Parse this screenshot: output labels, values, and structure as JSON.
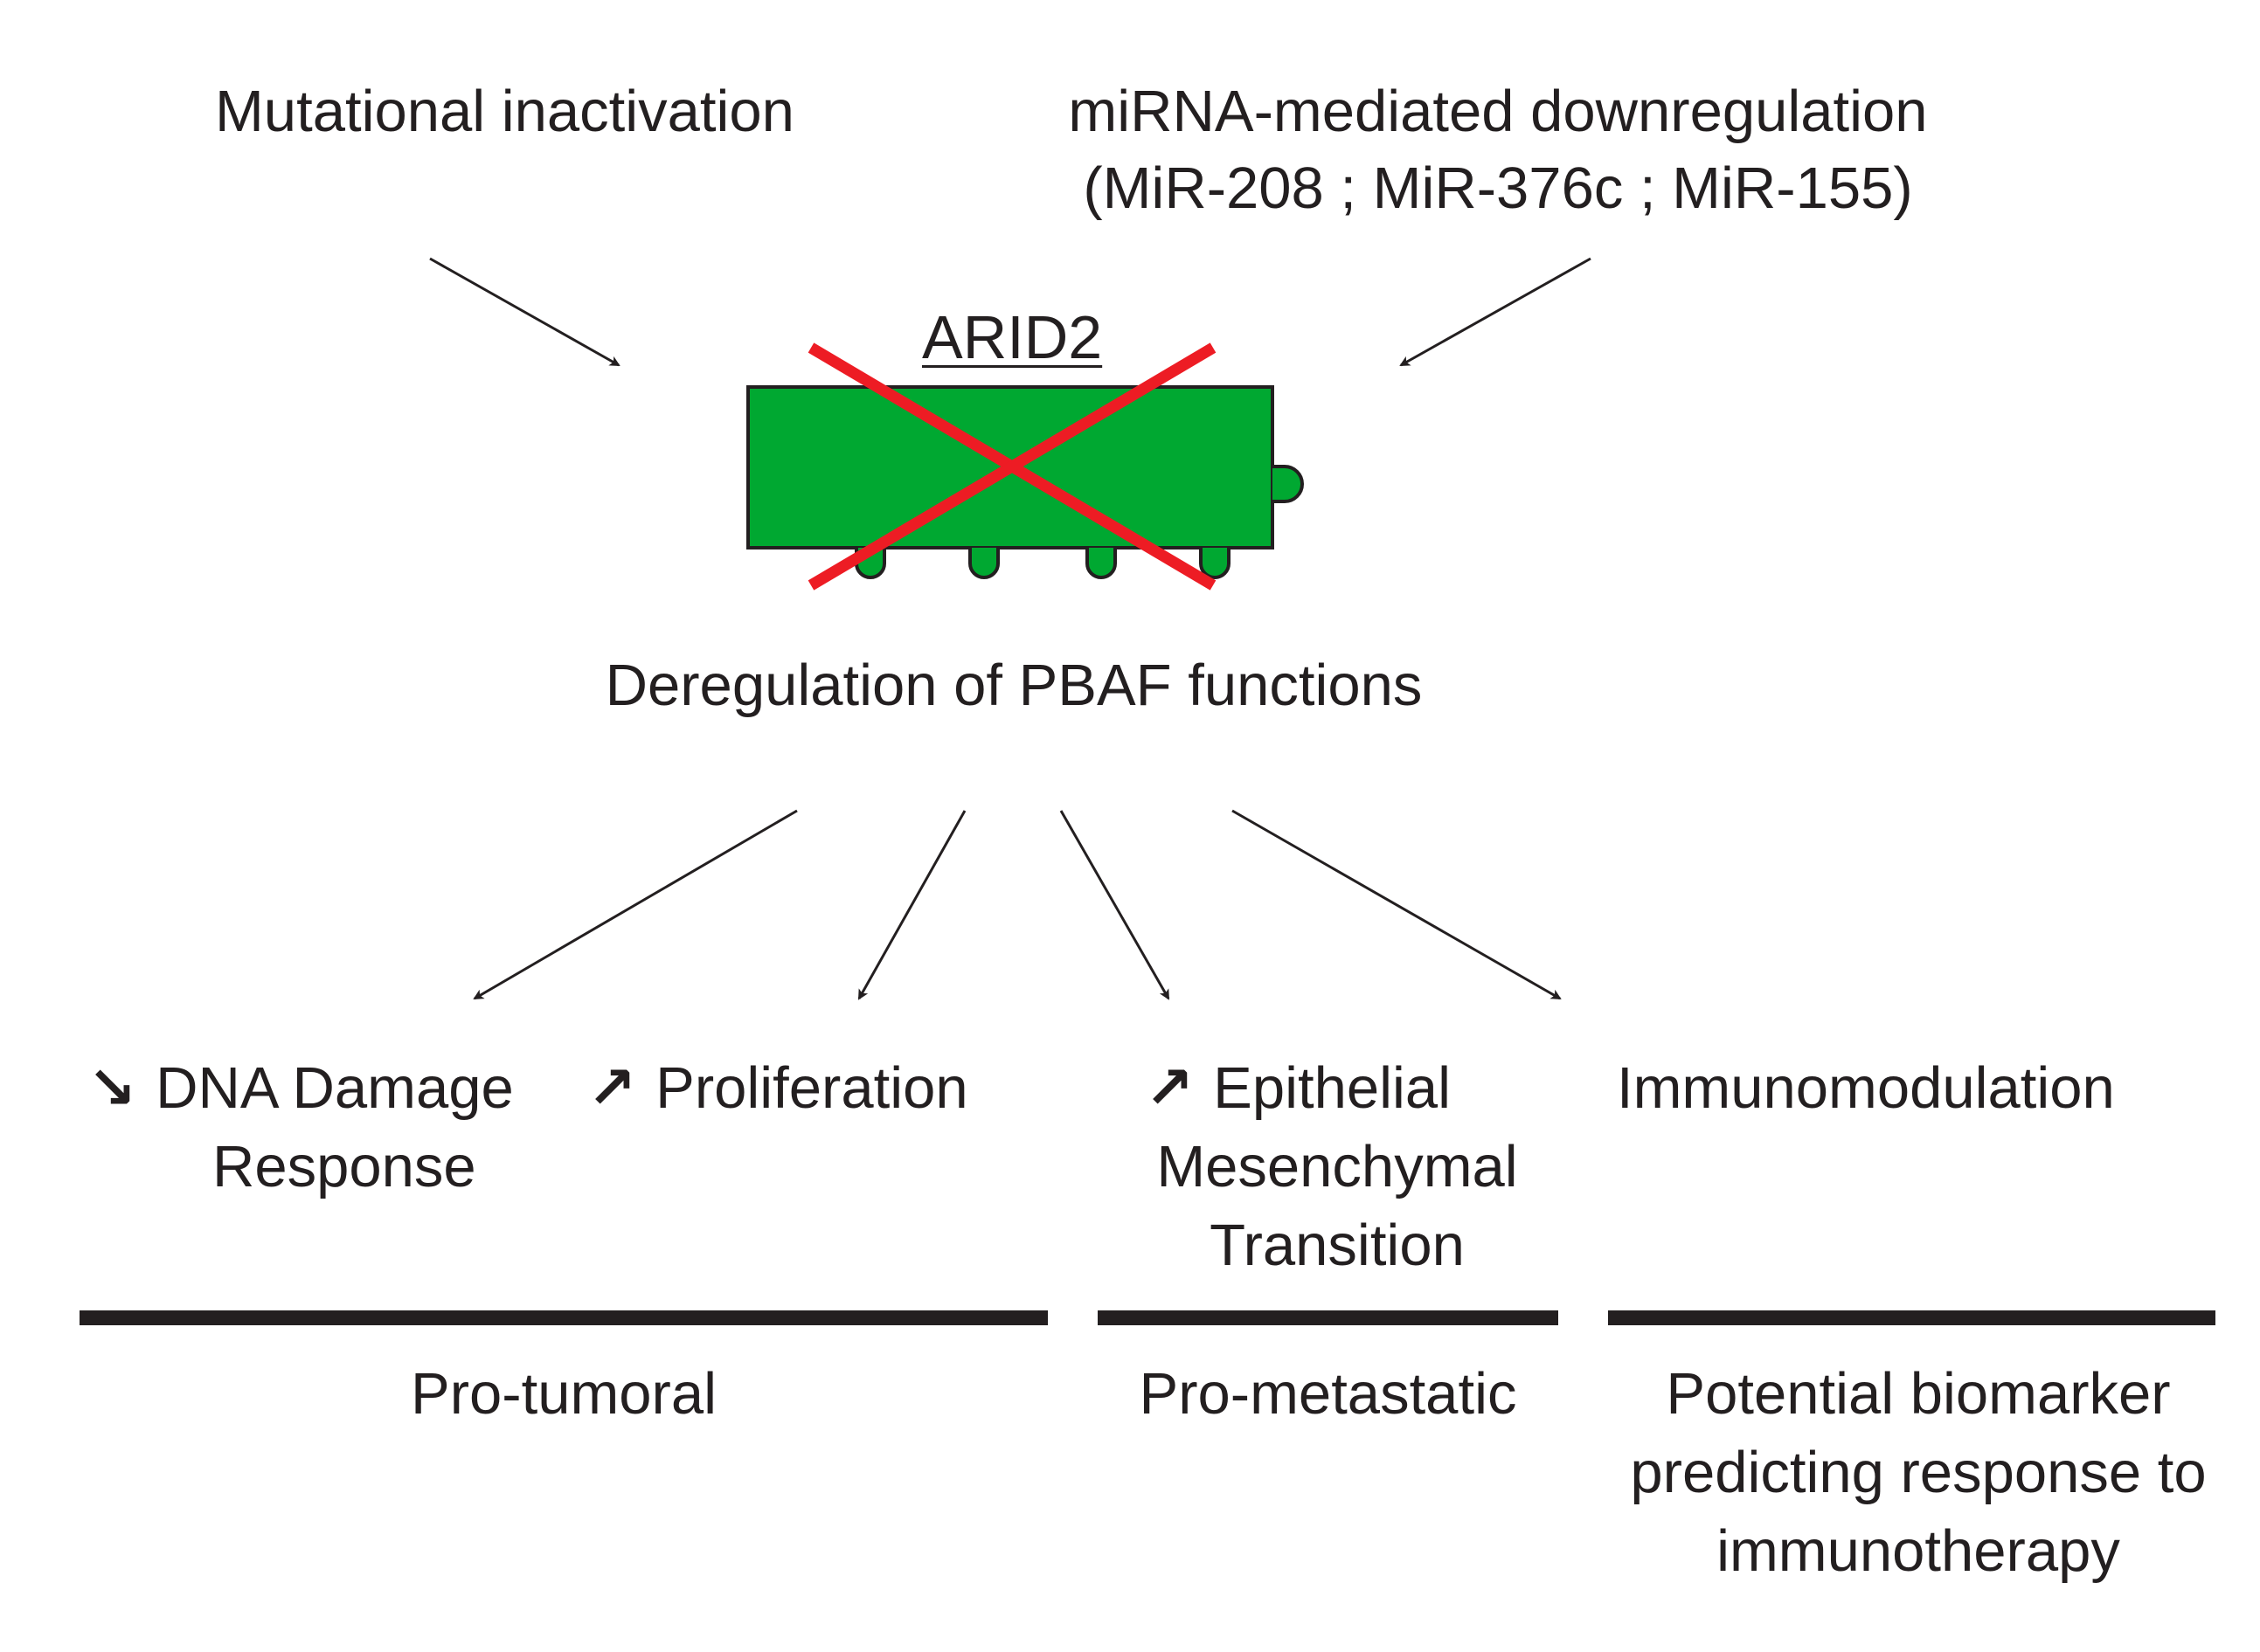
{
  "inputs": {
    "mutational": "Mutational inactivation",
    "mirna_line1": "miRNA-mediated downregulation",
    "mirna_line2": "(MiR-208 ; MiR-376c ; MiR-155)"
  },
  "gene": {
    "name": "ARID2",
    "body_color": "#00a831",
    "cross_color": "#ed1c24"
  },
  "deregulation": "Deregulation of PBAF functions",
  "effects": {
    "ddr": {
      "glyph": "↘",
      "line1": "DNA Damage",
      "line2": "Response"
    },
    "proliferation": {
      "glyph": "↗",
      "line1": "Proliferation"
    },
    "emt": {
      "glyph": "↗",
      "line1": "Epithelial",
      "line2": "Mesenchymal",
      "line3": "Transition"
    },
    "immuno": {
      "line1": "Immunomodulation"
    }
  },
  "categories": {
    "pro_tumoral": "Pro-tumoral",
    "pro_metastatic": "Pro-metastatic",
    "biomarker_line1": "Potential biomarker",
    "biomarker_line2": "predicting response to",
    "biomarker_line3": "immunotherapy"
  },
  "colors": {
    "text": "#231f20",
    "bar": "#231f20",
    "arrow": "#231f20"
  }
}
